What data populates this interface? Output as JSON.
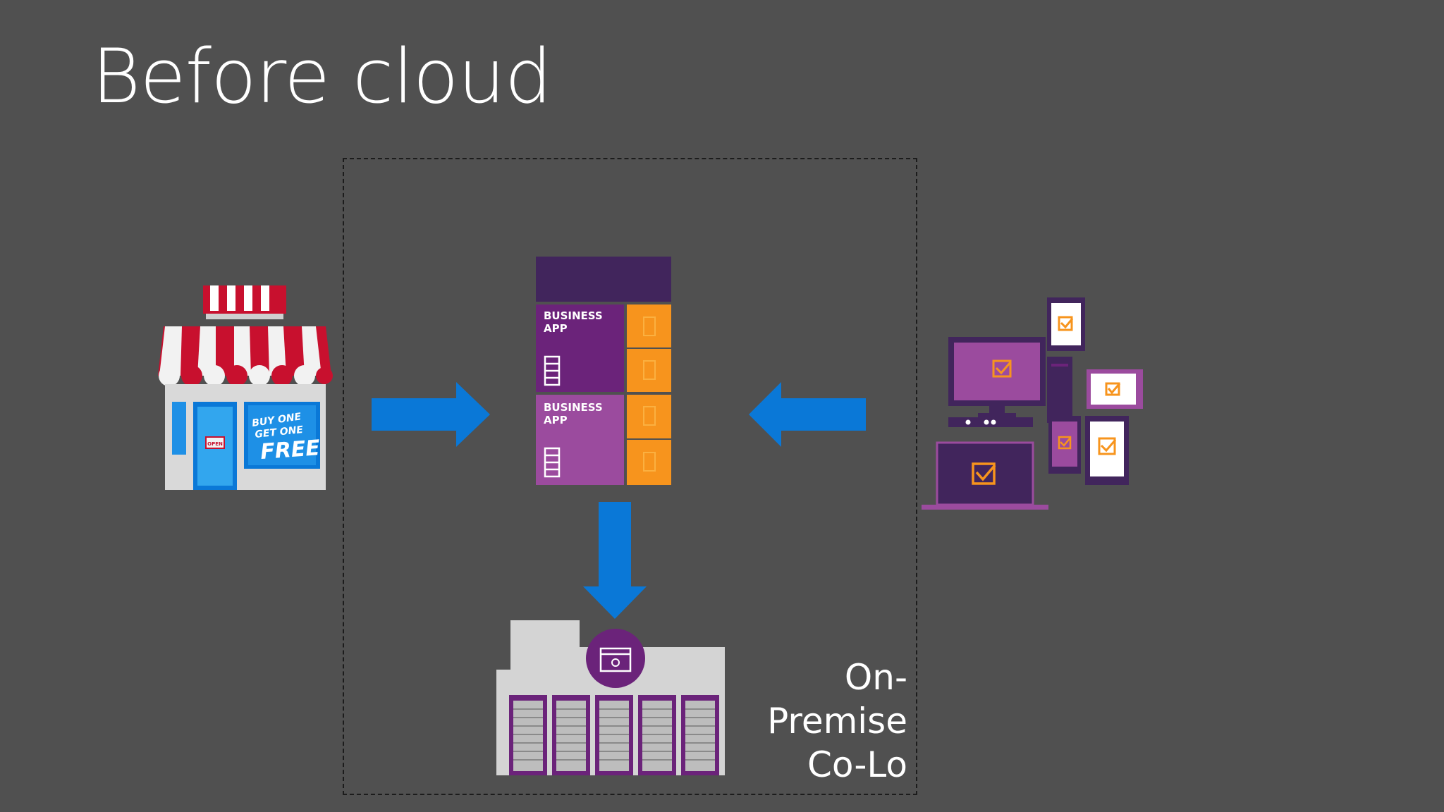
{
  "slide": {
    "title": "Before cloud",
    "boundary_label_lines": [
      "On-",
      "Premise",
      "Co-Lo"
    ]
  },
  "store": {
    "sign_line1": "BUY ONE",
    "sign_line2": "GET ONE",
    "sign_line3": "FREE",
    "door_tag": "OPEN"
  },
  "app_stack": {
    "tiles": [
      {
        "label_line1": "BUSINESS",
        "label_line2": "APP"
      },
      {
        "label_line1": "BUSINESS",
        "label_line2": "APP"
      }
    ]
  },
  "colors": {
    "background": "#505050",
    "arrow": "#0a78d7",
    "purple_dark": "#41255c",
    "purple": "#6b237a",
    "purple_light": "#9b4b9e",
    "orange": "#f7941d",
    "awning_red": "#c8102e",
    "building_gray": "#d4d4d4"
  }
}
